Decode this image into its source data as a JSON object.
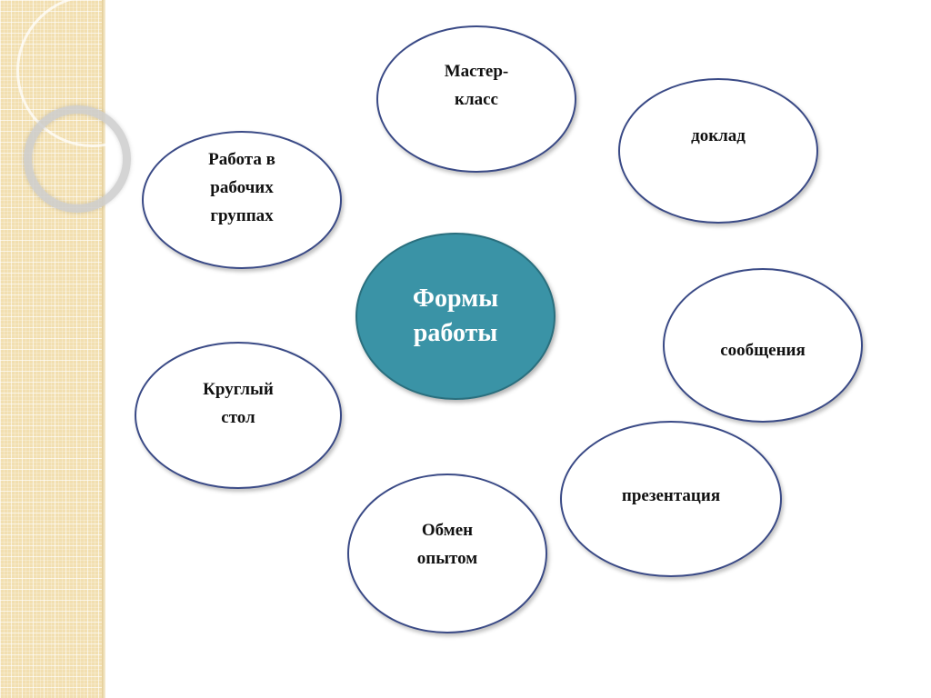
{
  "diagram": {
    "center": {
      "label": "Формы\nработы",
      "fill": "#3a93a6",
      "text_color": "#ffffff"
    },
    "nodes": [
      {
        "id": "master",
        "label": "Мастер-\nкласс"
      },
      {
        "id": "doklad",
        "label": "доклад"
      },
      {
        "id": "rabota",
        "label": "Работа в\nрабочих\nгруппах"
      },
      {
        "id": "soobshcheniya",
        "label": "сообщения"
      },
      {
        "id": "kruglyi",
        "label": "Круглый\nстол"
      },
      {
        "id": "prezentatsiya",
        "label": "презентация"
      },
      {
        "id": "obmen",
        "label": "Обмен\nопытом"
      }
    ],
    "node_border_color": "#3a4a86"
  }
}
